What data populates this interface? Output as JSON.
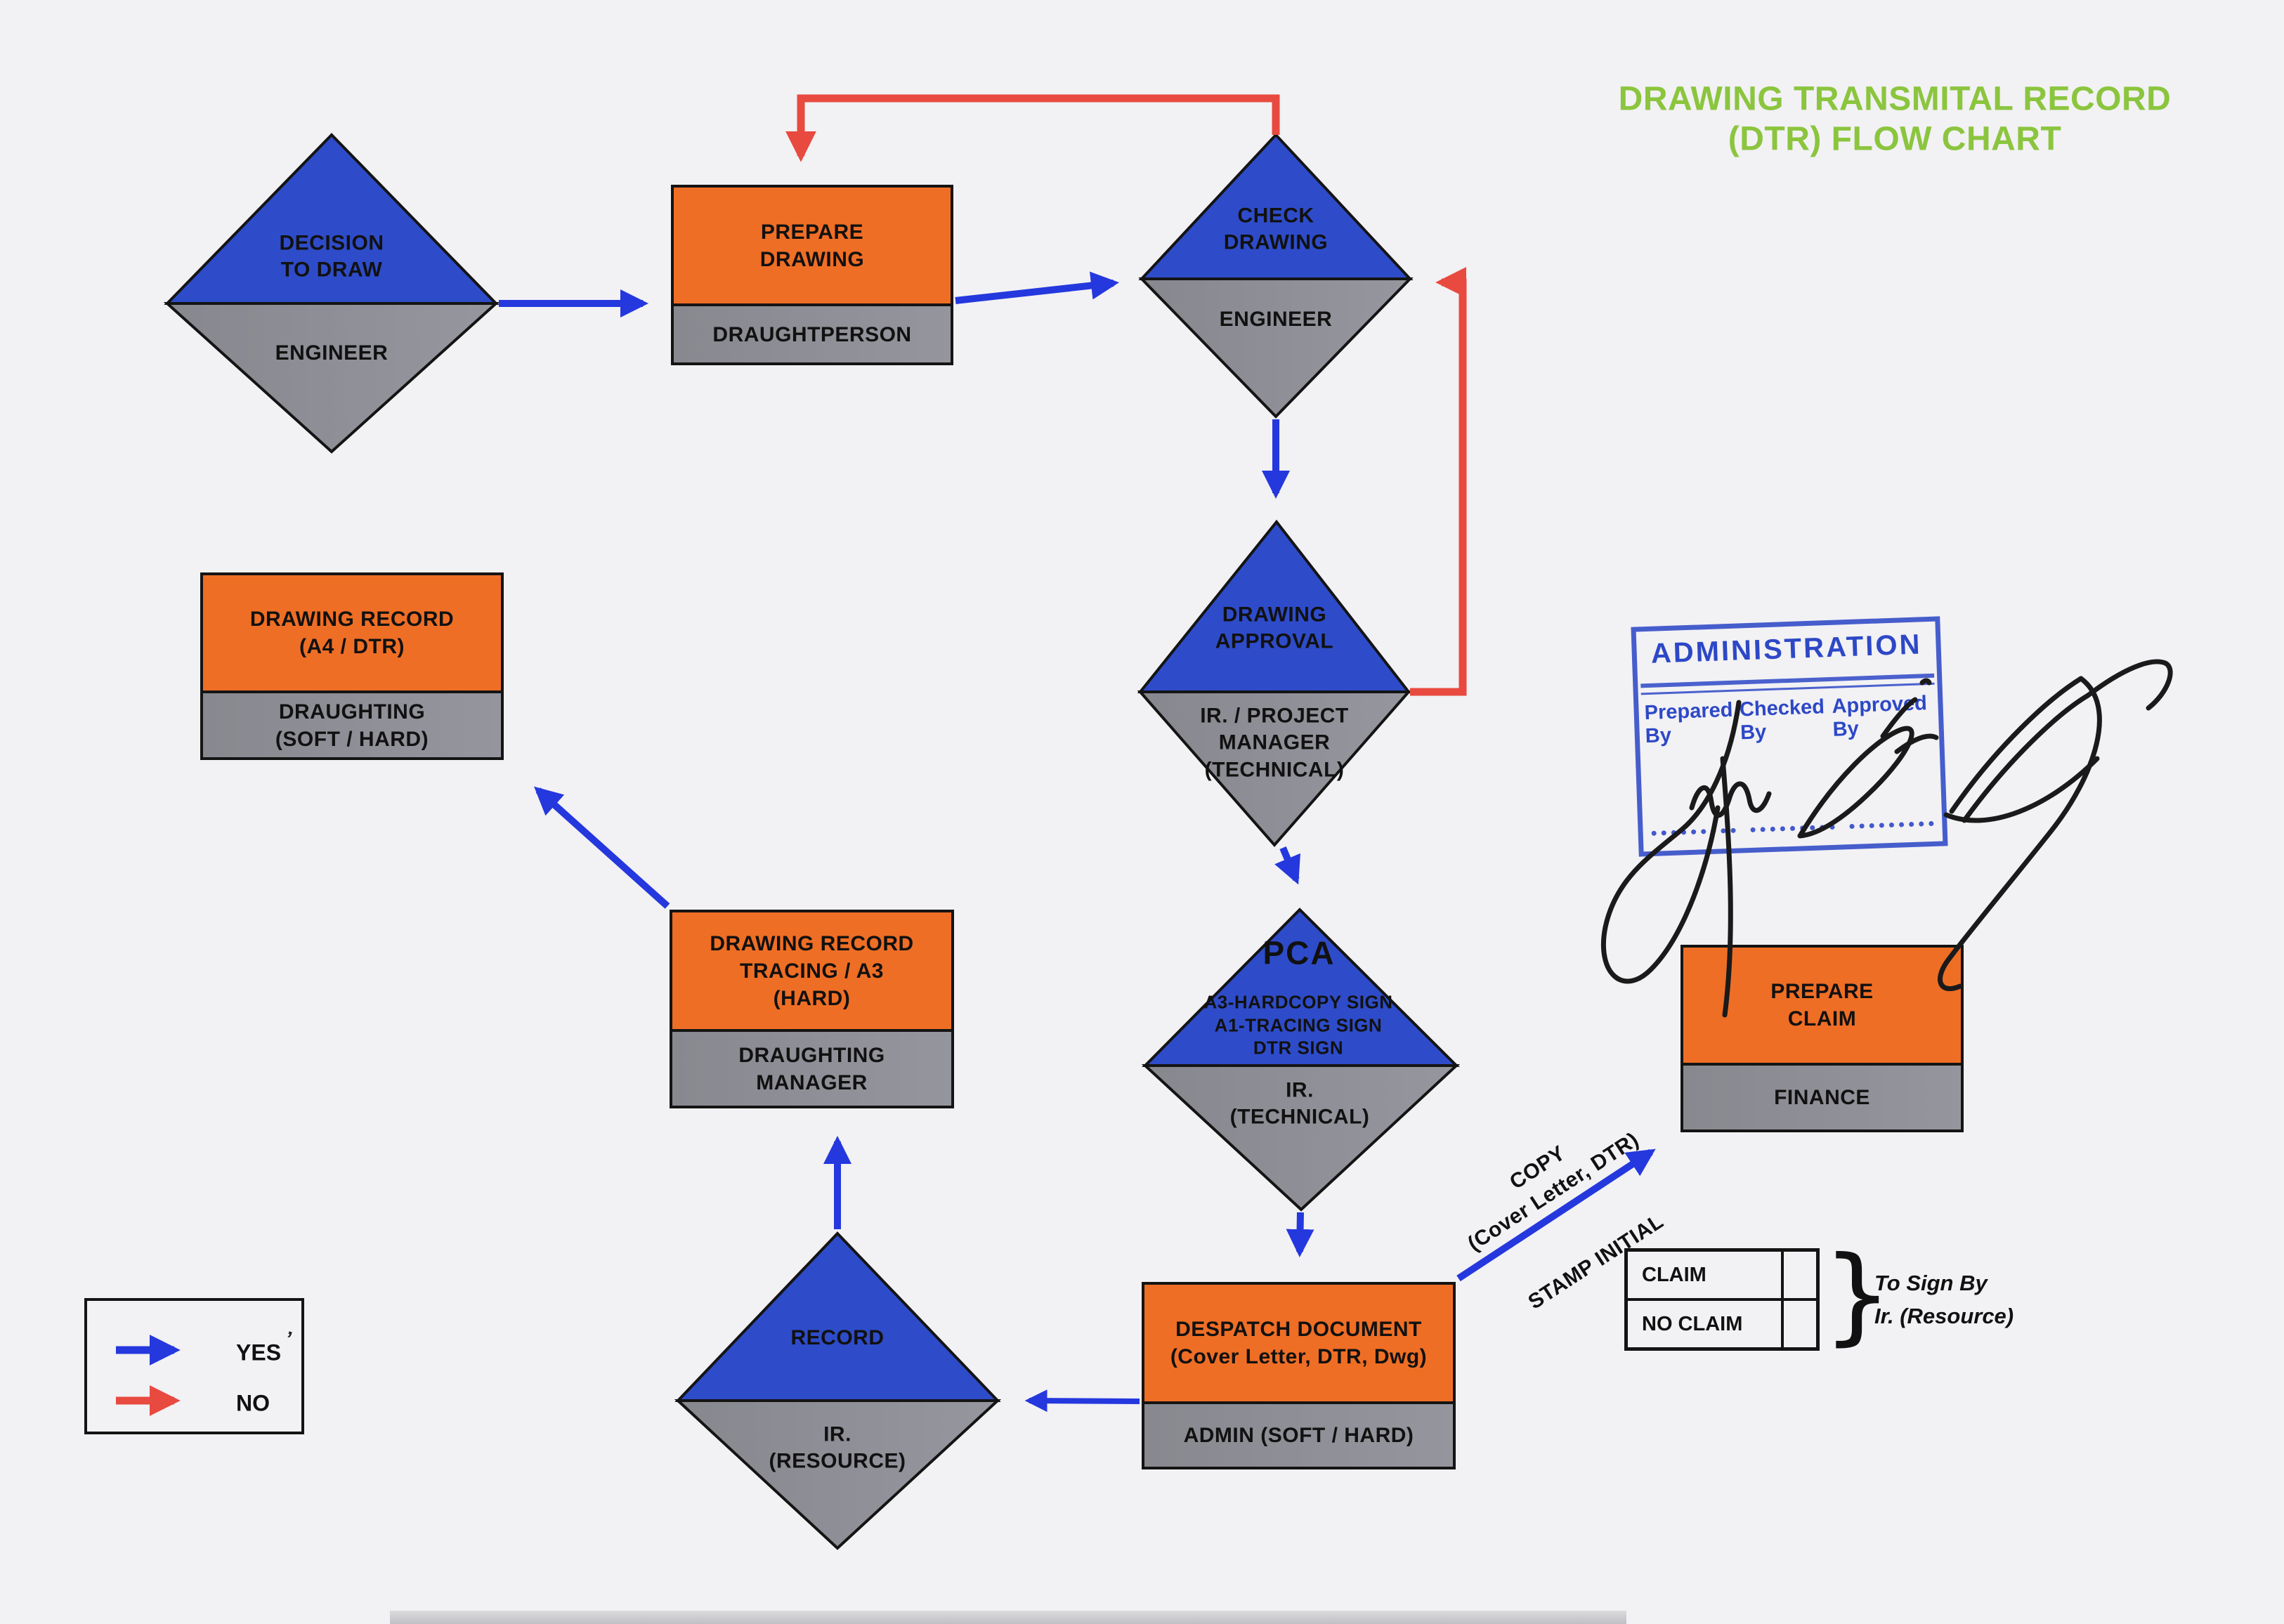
{
  "page_title": {
    "line1": "DRAWING TRANSMITAL RECORD",
    "line2": "(DTR) FLOW CHART"
  },
  "nodes": {
    "decision_to_draw": {
      "shape": "diamond",
      "lines": [
        "DECISION",
        "TO DRAW"
      ],
      "role_lines": [
        "ENGINEER"
      ]
    },
    "prepare_drawing": {
      "shape": "box",
      "lines": [
        "PREPARE",
        "DRAWING"
      ],
      "role_lines": [
        "DRAUGHTPERSON"
      ]
    },
    "check_drawing": {
      "shape": "diamond",
      "lines": [
        "CHECK",
        "DRAWING"
      ],
      "role_lines": [
        "ENGINEER"
      ]
    },
    "drawing_approval": {
      "shape": "diamond",
      "lines": [
        "DRAWING",
        "APPROVAL"
      ],
      "role_lines": [
        "IR. / PROJECT",
        "MANAGER",
        "(TECHNICAL)"
      ]
    },
    "pca": {
      "shape": "diamond",
      "title": "PCA",
      "sub_lines": [
        "A3-HARDCOPY SIGN",
        "A1-TRACING SIGN",
        "DTR SIGN"
      ],
      "role_lines": [
        "IR.",
        "(TECHNICAL)"
      ]
    },
    "drawing_record_a4": {
      "shape": "box",
      "lines": [
        "DRAWING RECORD",
        "(A4 / DTR)"
      ],
      "role_lines": [
        "DRAUGHTING",
        "(SOFT / HARD)"
      ]
    },
    "drawing_record_tracing": {
      "shape": "box",
      "lines": [
        "DRAWING RECORD",
        "TRACING / A3",
        "(HARD)"
      ],
      "role_lines": [
        "DRAUGHTING",
        "MANAGER"
      ]
    },
    "record": {
      "shape": "diamond",
      "lines": [
        "RECORD"
      ],
      "role_lines": [
        "IR.",
        "(RESOURCE)"
      ]
    },
    "despatch_document": {
      "shape": "box",
      "lines": [
        "DESPATCH DOCUMENT",
        "(Cover Letter, DTR, Dwg)"
      ],
      "role_lines": [
        "ADMIN (SOFT / HARD)"
      ]
    },
    "prepare_claim": {
      "shape": "box",
      "lines": [
        "PREPARE",
        "CLAIM"
      ],
      "role_lines": [
        "FINANCE"
      ]
    }
  },
  "edge_labels": {
    "copy_line1": "COPY",
    "copy_line2": "(Cover Letter, DTR)",
    "stamp_initial": "STAMP INITIAL"
  },
  "legend": {
    "yes_label": "YES",
    "no_label": "NO",
    "pen_mark": "’"
  },
  "stamp": {
    "title": "ADMINISTRATION",
    "columns": [
      "Prepared By",
      "Checked By",
      "Approved By"
    ]
  },
  "claim_table": {
    "rows": [
      "CLAIM",
      "NO CLAIM"
    ],
    "note_lines": [
      "To Sign By",
      "Ir. (Resource)"
    ]
  },
  "colors": {
    "background": "#F2F1F4",
    "diamond_blue": "#2E4CC9",
    "section_gray": "#8E8E96",
    "box_orange": "#EF6E25",
    "arrow_blue": "#2438DE",
    "arrow_red": "#E84A3F",
    "outline_black": "#141414",
    "title_green": "#8BC53E",
    "stamp_blue": "#2D48C6",
    "ink_black": "#1A1A1A"
  }
}
